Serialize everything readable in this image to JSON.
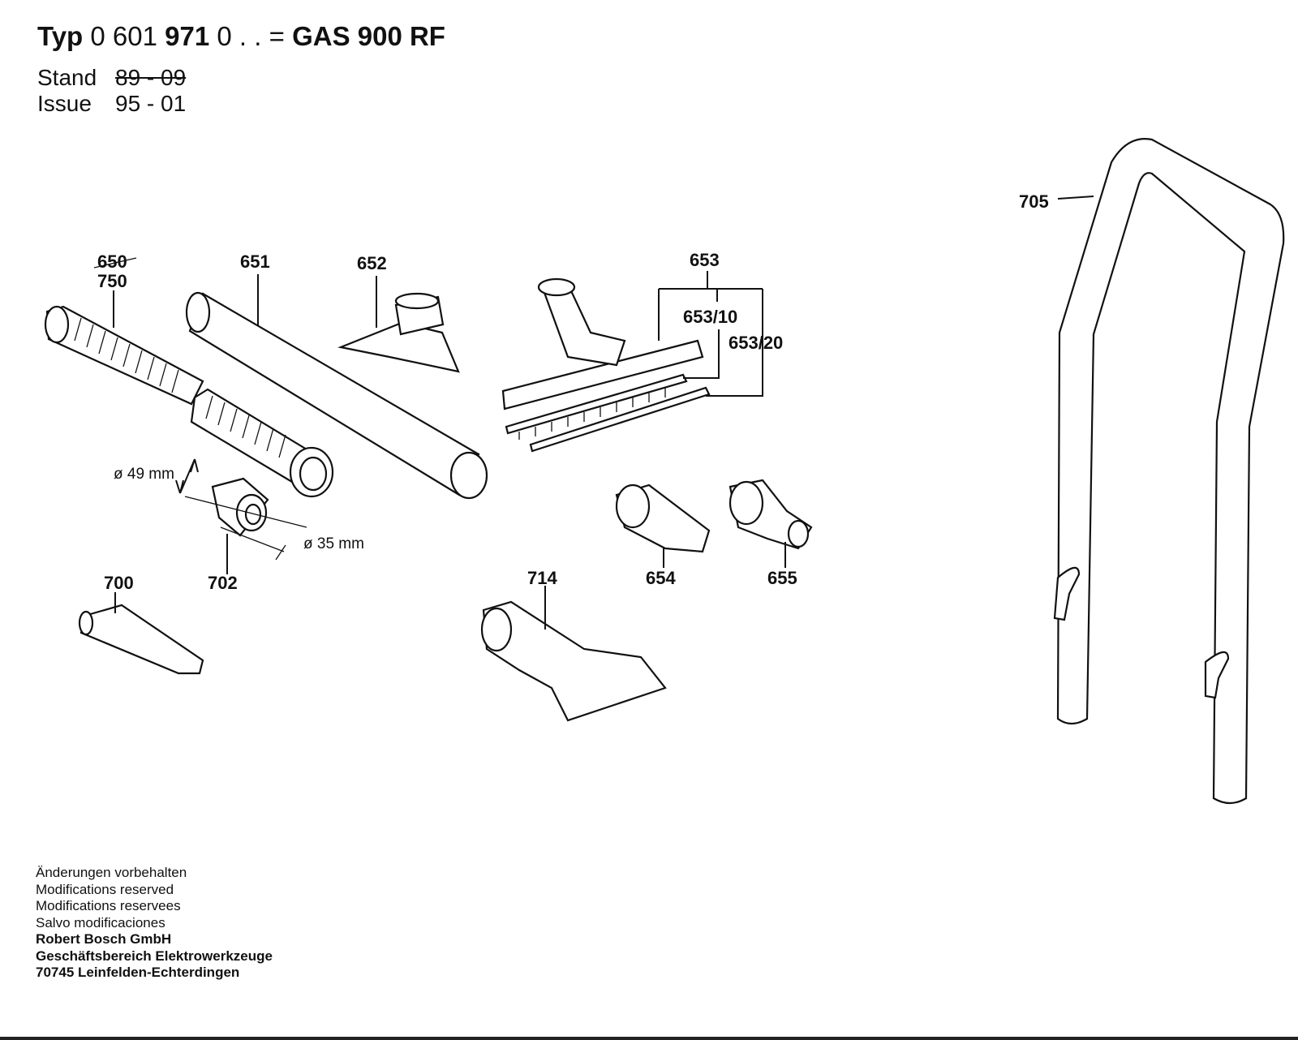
{
  "header": {
    "typ_label": "Typ",
    "typ_number_a": "0 601",
    "typ_number_b": "971",
    "typ_number_c": "0 . .",
    "typ_equals": "=",
    "model": "GAS 900 RF",
    "stand_label": "Stand",
    "stand_value": "89 - 09",
    "issue_label": "Issue",
    "issue_value": "95 - 01"
  },
  "parts": {
    "p650": "650",
    "p750": "750",
    "p651": "651",
    "p652": "652",
    "p653": "653",
    "p653_10": "653/10",
    "p653_20": "653/20",
    "p654": "654",
    "p655": "655",
    "p700": "700",
    "p702": "702",
    "p705": "705",
    "p714": "714"
  },
  "dimensions": {
    "d49": "ø 49 mm",
    "d35": "ø 35 mm"
  },
  "footer": {
    "line1": "Änderungen vorbehalten",
    "line2": "Modifications reserved",
    "line3": "Modifications reservees",
    "line4": "Salvo modificaciones",
    "company": "Robert Bosch GmbH",
    "division": "Geschäftsbereich Elektrowerkzeuge",
    "address": "70745 Leinfelden-Echterdingen"
  }
}
